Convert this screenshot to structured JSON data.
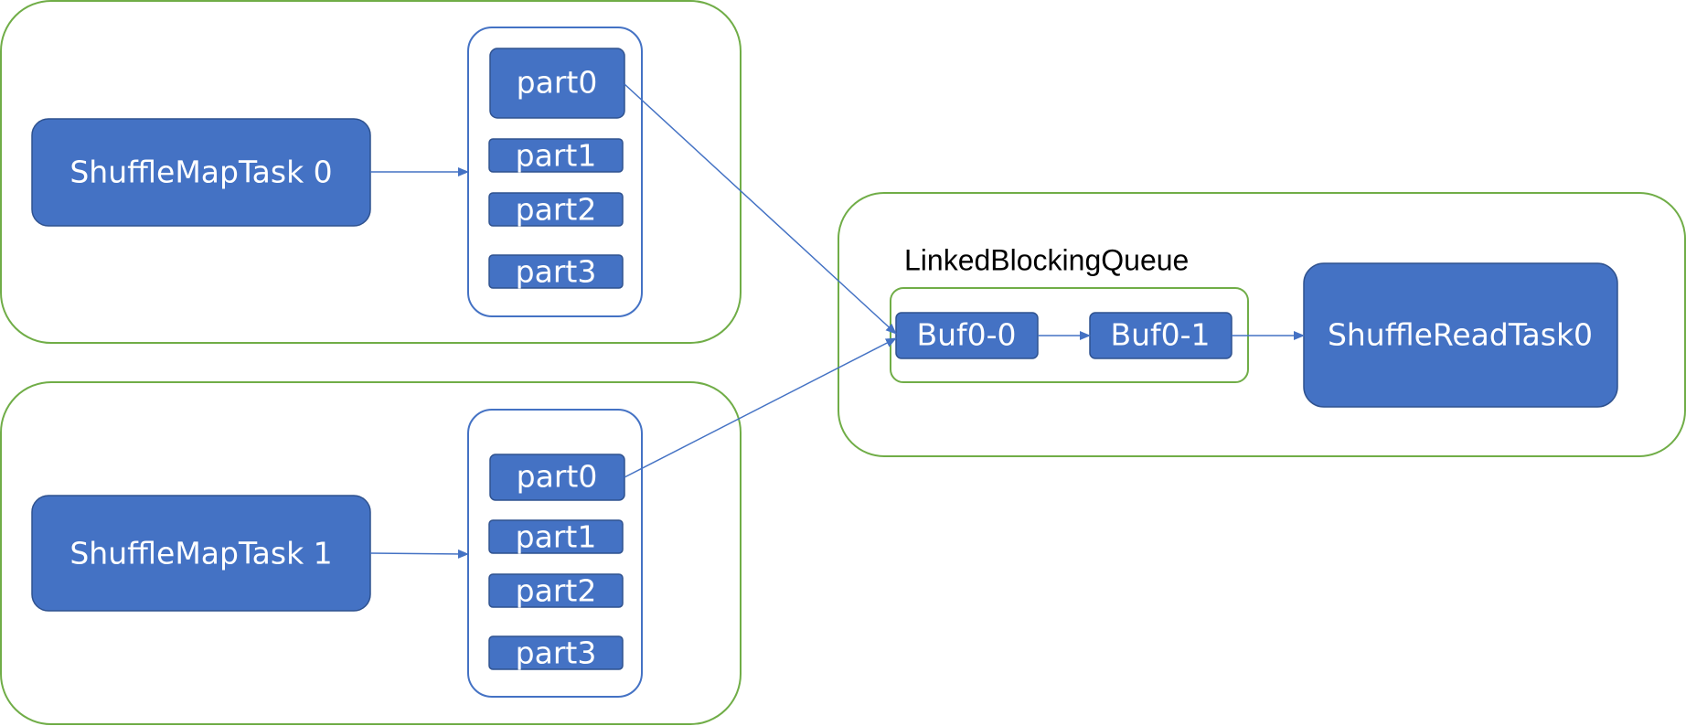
{
  "colors": {
    "task_fill": "#4472C4",
    "task_stroke": "#2F528F",
    "group_border": "#70AD47",
    "column_border": "#4472C4",
    "arrow": "#4472C4",
    "text_on_fill": "#FFFFFF",
    "text_dark": "#000000"
  },
  "map_groups": [
    {
      "task_label": "ShuffleMapTask 0",
      "parts": [
        "part0",
        "part1",
        "part2",
        "part3"
      ]
    },
    {
      "task_label": "ShuffleMapTask 1",
      "parts": [
        "part0",
        "part1",
        "part2",
        "part3"
      ]
    }
  ],
  "reader": {
    "queue_label": "LinkedBlockingQueue",
    "buffers": [
      "Buf0-0",
      "Buf0-1"
    ],
    "task_label": "ShuffleReadTask0"
  }
}
